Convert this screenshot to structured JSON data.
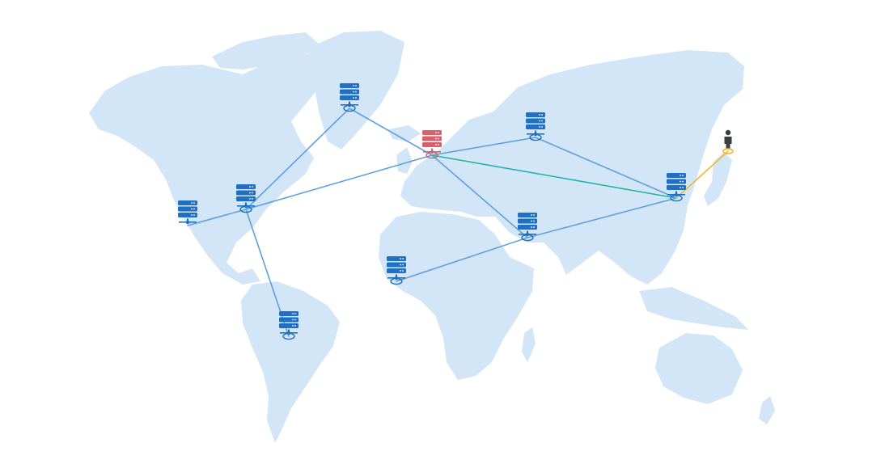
{
  "colors": {
    "background": "#ffffff",
    "land": "#d2e6f8",
    "server_default": "#1f6fc4",
    "server_origin": "#d9606b",
    "link_default": "#5fa0dc",
    "link_route": "#21b5a6",
    "link_user": "#f2b62b",
    "user": "#3a3f44"
  },
  "nodes": [
    {
      "id": "greenland",
      "kind": "server",
      "icon": "server-rack-icon",
      "ring": true
    },
    {
      "id": "europe",
      "kind": "server",
      "icon": "server-rack-icon",
      "ring": true,
      "origin": true
    },
    {
      "id": "russia",
      "kind": "server",
      "icon": "server-rack-icon",
      "ring": true
    },
    {
      "id": "north-america-east",
      "kind": "server",
      "icon": "server-rack-icon",
      "ring": true
    },
    {
      "id": "north-america-west",
      "kind": "server",
      "icon": "server-rack-icon",
      "ring": false
    },
    {
      "id": "south-america",
      "kind": "server",
      "icon": "server-rack-icon",
      "ring": true
    },
    {
      "id": "west-africa",
      "kind": "server",
      "icon": "server-rack-icon",
      "ring": true
    },
    {
      "id": "middle-east",
      "kind": "server",
      "icon": "server-rack-icon",
      "ring": true
    },
    {
      "id": "east-asia",
      "kind": "server",
      "icon": "server-rack-icon",
      "ring": true
    },
    {
      "id": "japan-user",
      "kind": "user",
      "icon": "user-person-icon",
      "ring": true
    }
  ],
  "links": [
    {
      "from": "north-america-west",
      "to": "north-america-east",
      "style": "default"
    },
    {
      "from": "north-america-east",
      "to": "greenland",
      "style": "default"
    },
    {
      "from": "north-america-east",
      "to": "europe",
      "style": "default"
    },
    {
      "from": "north-america-east",
      "to": "south-america",
      "style": "default"
    },
    {
      "from": "greenland",
      "to": "europe",
      "style": "default"
    },
    {
      "from": "europe",
      "to": "russia",
      "style": "default"
    },
    {
      "from": "europe",
      "to": "middle-east",
      "style": "default"
    },
    {
      "from": "europe",
      "to": "east-asia",
      "style": "route"
    },
    {
      "from": "russia",
      "to": "east-asia",
      "style": "default"
    },
    {
      "from": "middle-east",
      "to": "east-asia",
      "style": "default"
    },
    {
      "from": "west-africa",
      "to": "middle-east",
      "style": "default"
    },
    {
      "from": "east-asia",
      "to": "japan-user",
      "style": "user"
    }
  ]
}
